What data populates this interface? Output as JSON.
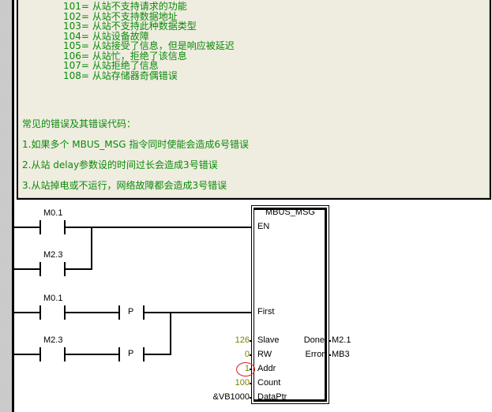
{
  "comment": {
    "error_codes": [
      {
        "code": "101=",
        "text": "从站不支持请求的功能"
      },
      {
        "code": "102=",
        "text": "从站不支持数据地址"
      },
      {
        "code": "103=",
        "text": "从站不支持此种数据类型"
      },
      {
        "code": "104=",
        "text": "从站设备故障"
      },
      {
        "code": "105=",
        "text": "从站接受了信息，但是响应被延迟"
      },
      {
        "code": "106=",
        "text": "从站忙，拒绝了该信息"
      },
      {
        "code": "107=",
        "text": "从站拒绝了信息"
      },
      {
        "code": "108=",
        "text": "从站存储器奇偶错误"
      }
    ],
    "common_title": "常见的错误及其错误代码：",
    "common_items": [
      "1.如果多个 MBUS_MSG 指令同时使能会造成6号错误",
      "2.从站 delay参数设的时间过长会造成3号错误",
      "3.从站掉电或不运行，网络故障都会造成3号错误"
    ],
    "text_color": "#0a8a0a"
  },
  "ladder": {
    "rung1": {
      "contacts": [
        {
          "label": "M0.1"
        },
        {
          "label": "M2.3"
        }
      ]
    },
    "rung2": {
      "contacts": [
        {
          "label": "M0.1"
        },
        {
          "label": "M2.3"
        }
      ],
      "edge_label": "P"
    },
    "block": {
      "title": "MBUS_MSG",
      "inputs": [
        {
          "pin": "EN",
          "value": ""
        },
        {
          "pin": "First",
          "value": ""
        },
        {
          "pin": "Slave",
          "value": "126"
        },
        {
          "pin": "RW",
          "value": "0"
        },
        {
          "pin": "Addr",
          "value": "1"
        },
        {
          "pin": "Count",
          "value": "100"
        },
        {
          "pin": "DataPtr",
          "value": "&VB1000"
        }
      ],
      "outputs": [
        {
          "pin": "Done",
          "value": "M2.1"
        },
        {
          "pin": "Error",
          "value": "MB3"
        }
      ],
      "highlighted_pin": "Addr"
    },
    "constant_color": "#808000"
  }
}
